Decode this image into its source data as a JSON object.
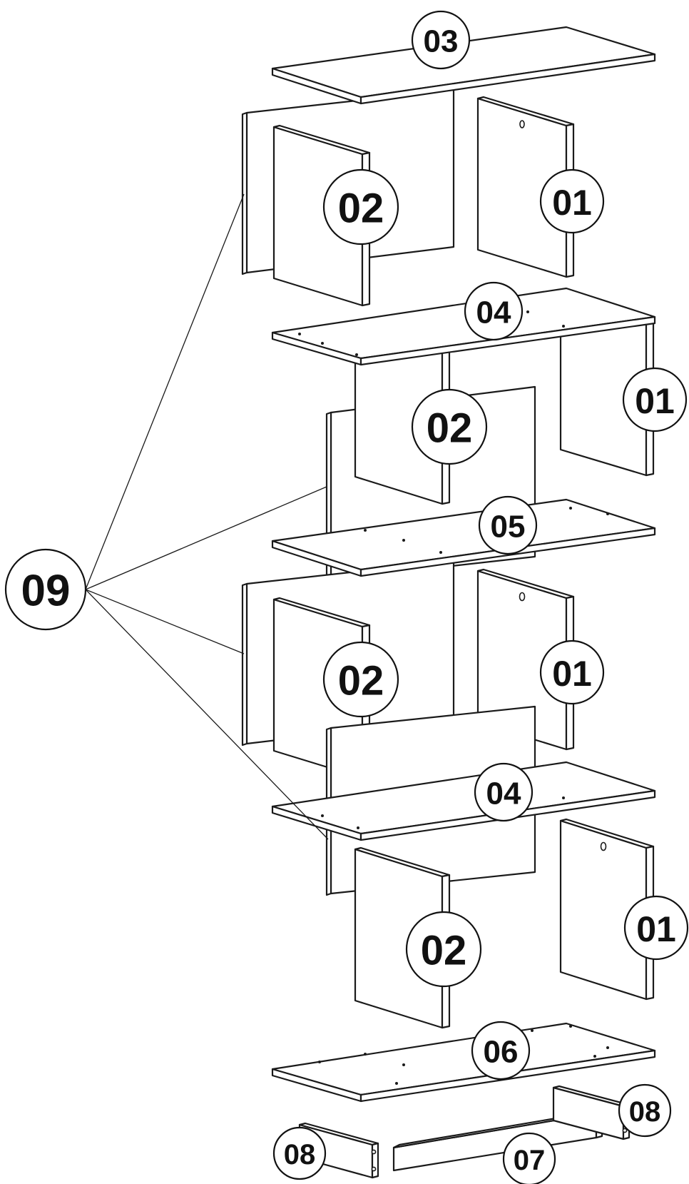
{
  "labels": {
    "top_panel": "03",
    "shelf_upper": "04",
    "shelf_middle": "05",
    "shelf_lower": "04",
    "bottom_panel": "06",
    "plinth_front": "07",
    "plinth_left": "08",
    "plinth_right": "08",
    "back_panels": "09",
    "side_a_1": "02",
    "side_b_1": "01",
    "side_a_2": "02",
    "side_b_2": "01",
    "side_a_3": "02",
    "side_b_3": "01",
    "side_a_4": "02",
    "side_b_4": "01"
  }
}
